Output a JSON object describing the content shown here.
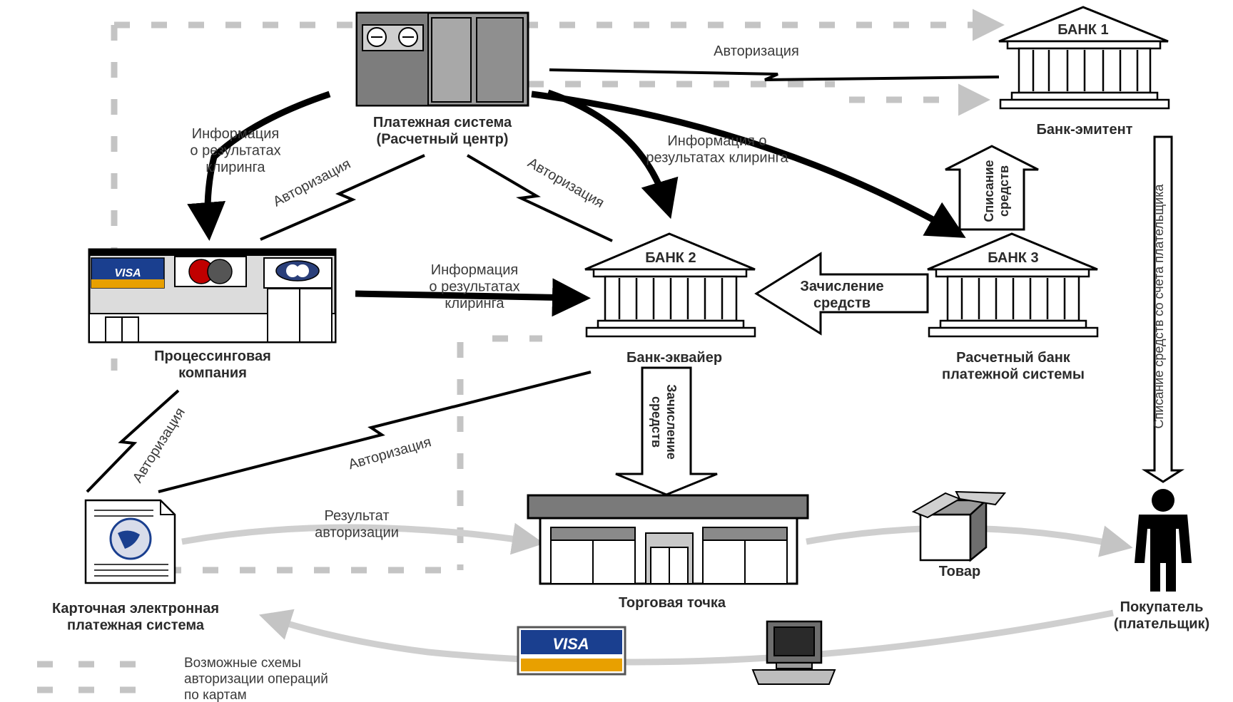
{
  "nodes": {
    "payment_system": "Платежная система\n(Расчетный центр)",
    "bank1_badge": "БАНК 1",
    "bank1_caption": "Банк-эмитент",
    "bank2_badge": "БАНК 2",
    "bank2_caption": "Банк-эквайер",
    "bank3_badge": "БАНК 3",
    "bank3_caption": "Расчетный банк\nплатежной системы",
    "processing": "Процессинговая\nкомпания",
    "card_system": "Карточная  электронная\nплатежная  система",
    "store": "Торговая точка",
    "goods": "Товар",
    "buyer": "Покупатель\n(плательщик)"
  },
  "edges": {
    "auth_top": "Авторизация",
    "clearing_info_left": "Информация\nо результатах\nклиринга",
    "auth_left_diag": "Авторизация",
    "auth_right_diag": "Авторизация",
    "clearing_info_right": "Информация о\nрезультатах клиринга",
    "write_off_bank1": "Списание\nсредств",
    "clearing_info_mid": "Информация\nо результатах\nклиринга",
    "credit_bank2": "Зачисление\nсредств",
    "write_off_buyer": "Списание средств со счета плательщика",
    "auth_lower_left": "Авторизация",
    "auth_lower_mid": "Авторизация",
    "credit_store": "Зачисление\nсредств",
    "auth_result": "Результат\nавторизации"
  },
  "logos": {
    "visa": "VISA"
  },
  "legend": {
    "text": "Возможные схемы\nавторизации операций\nпо картам"
  }
}
